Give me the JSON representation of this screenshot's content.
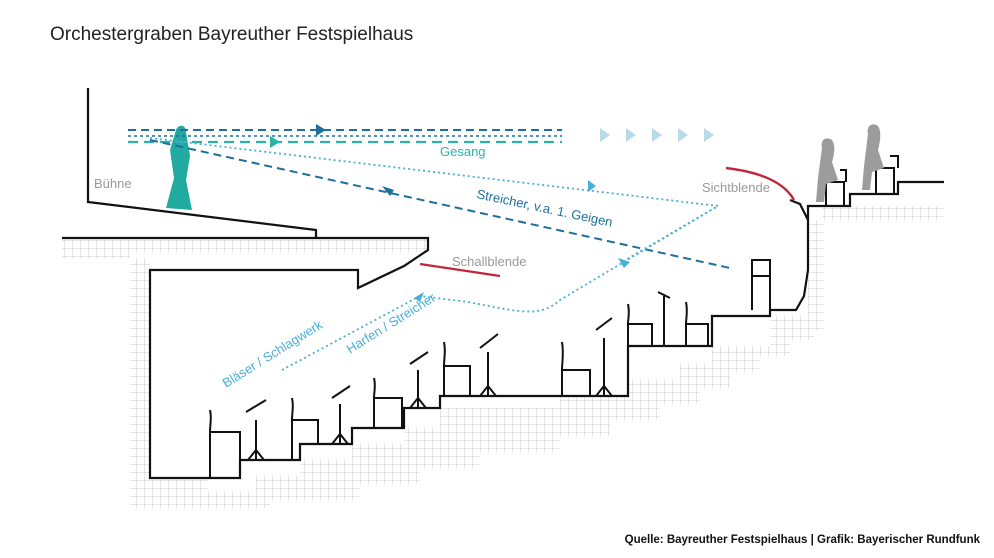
{
  "title": "Orchestergraben Bayreuther Festspielhaus",
  "labels": {
    "buehne": "Bühne",
    "gesang": "Gesang",
    "streicher": "Streicher, v.a. 1. Geigen",
    "sichtblende": "Sichtblende",
    "schallblende": "Schallblende",
    "blaeser": "Bläser / Schlagwerk",
    "harfen": "Harfen / Streicher"
  },
  "source": "Quelle: Bayreuther Festspielhaus | Grafik: Bayerischer Rundfunk",
  "colors": {
    "gesang": "#2bb3a6",
    "streicher": "#1f6f9a",
    "harfen": "#4aaed6",
    "blende": "#c0283a",
    "label_gray": "#9a9a9a",
    "figure": "#20aaa0",
    "audience": "#9c9c9c",
    "structure": "#111111",
    "hatch": "#b5b5b5"
  }
}
